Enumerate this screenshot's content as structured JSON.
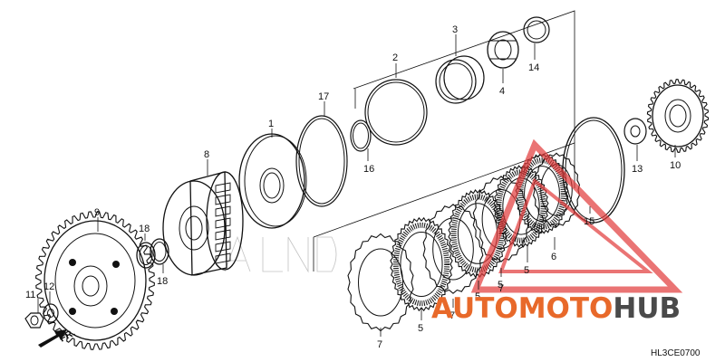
{
  "diagram": {
    "code": "HL3CE0700",
    "direction_label": "FR.",
    "parts": [
      {
        "id": "p1",
        "label": "1"
      },
      {
        "id": "p2",
        "label": "2"
      },
      {
        "id": "p3",
        "label": "3"
      },
      {
        "id": "p4",
        "label": "4"
      },
      {
        "id": "p5a",
        "label": "5"
      },
      {
        "id": "p5b",
        "label": "5"
      },
      {
        "id": "p5c",
        "label": "5"
      },
      {
        "id": "p5d",
        "label": "5"
      },
      {
        "id": "p6",
        "label": "6"
      },
      {
        "id": "p7a",
        "label": "7"
      },
      {
        "id": "p7b",
        "label": "7"
      },
      {
        "id": "p7c",
        "label": "7"
      },
      {
        "id": "p8",
        "label": "8"
      },
      {
        "id": "p9",
        "label": "9"
      },
      {
        "id": "p10",
        "label": "10"
      },
      {
        "id": "p11",
        "label": "11"
      },
      {
        "id": "p12",
        "label": "12"
      },
      {
        "id": "p13",
        "label": "13"
      },
      {
        "id": "p14",
        "label": "14"
      },
      {
        "id": "p15",
        "label": "15"
      },
      {
        "id": "p16",
        "label": "16"
      },
      {
        "id": "p17",
        "label": "17"
      },
      {
        "id": "p18a",
        "label": "18"
      },
      {
        "id": "p18b",
        "label": "18"
      }
    ]
  },
  "watermark": {
    "word_1": "AUTOMOTO",
    "word_2": "HUB",
    "accent_color": "#e8692a",
    "dark_color": "#4a4a4a",
    "triangle_color": "#e23a3a"
  }
}
